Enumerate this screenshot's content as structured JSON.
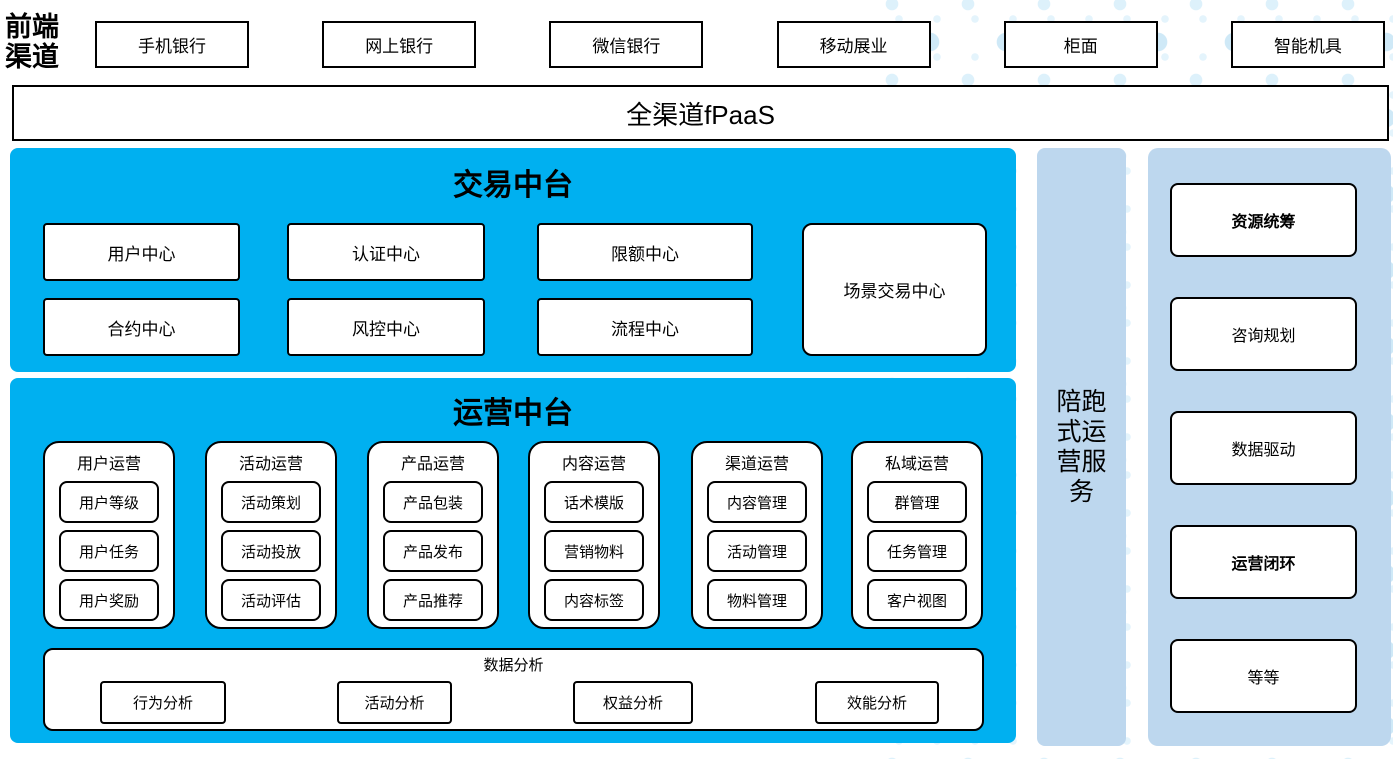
{
  "colors": {
    "platform_cyan": "#00b0f0",
    "panel_light_blue": "#bdd7ee",
    "dot_pattern_blue": "#cfe9f7",
    "box_border": "#000000",
    "box_fill": "#ffffff"
  },
  "front_channels": {
    "label": "前端渠道",
    "items": [
      "手机银行",
      "网上银行",
      "微信银行",
      "移动展业",
      "柜面",
      "智能机具"
    ]
  },
  "fpaas": {
    "label": "全渠道fPaaS"
  },
  "trading": {
    "title": "交易中台",
    "row1": [
      "用户中心",
      "认证中心",
      "限额中心"
    ],
    "row2": [
      "合约中心",
      "风控中心",
      "流程中心"
    ],
    "tall_box": "场景交易中心"
  },
  "operations": {
    "title": "运营中台",
    "columns": [
      {
        "header": "用户运营",
        "items": [
          "用户等级",
          "用户任务",
          "用户奖励"
        ]
      },
      {
        "header": "活动运营",
        "items": [
          "活动策划",
          "活动投放",
          "活动评估"
        ]
      },
      {
        "header": "产品运营",
        "items": [
          "产品包装",
          "产品发布",
          "产品推荐"
        ]
      },
      {
        "header": "内容运营",
        "items": [
          "话术模版",
          "营销物料",
          "内容标签"
        ]
      },
      {
        "header": "渠道运营",
        "items": [
          "内容管理",
          "活动管理",
          "物料管理"
        ]
      },
      {
        "header": "私域运营",
        "items": [
          "群管理",
          "任务管理",
          "客户视图"
        ]
      }
    ],
    "analysis": {
      "title": "数据分析",
      "items": [
        "行为分析",
        "活动分析",
        "权益分析",
        "效能分析"
      ]
    }
  },
  "side_service": {
    "label": "陪跑式运营服务"
  },
  "right_panel": {
    "items": [
      "资源统筹",
      "咨询规划",
      "数据驱动",
      "运营闭环",
      "等等"
    ]
  }
}
